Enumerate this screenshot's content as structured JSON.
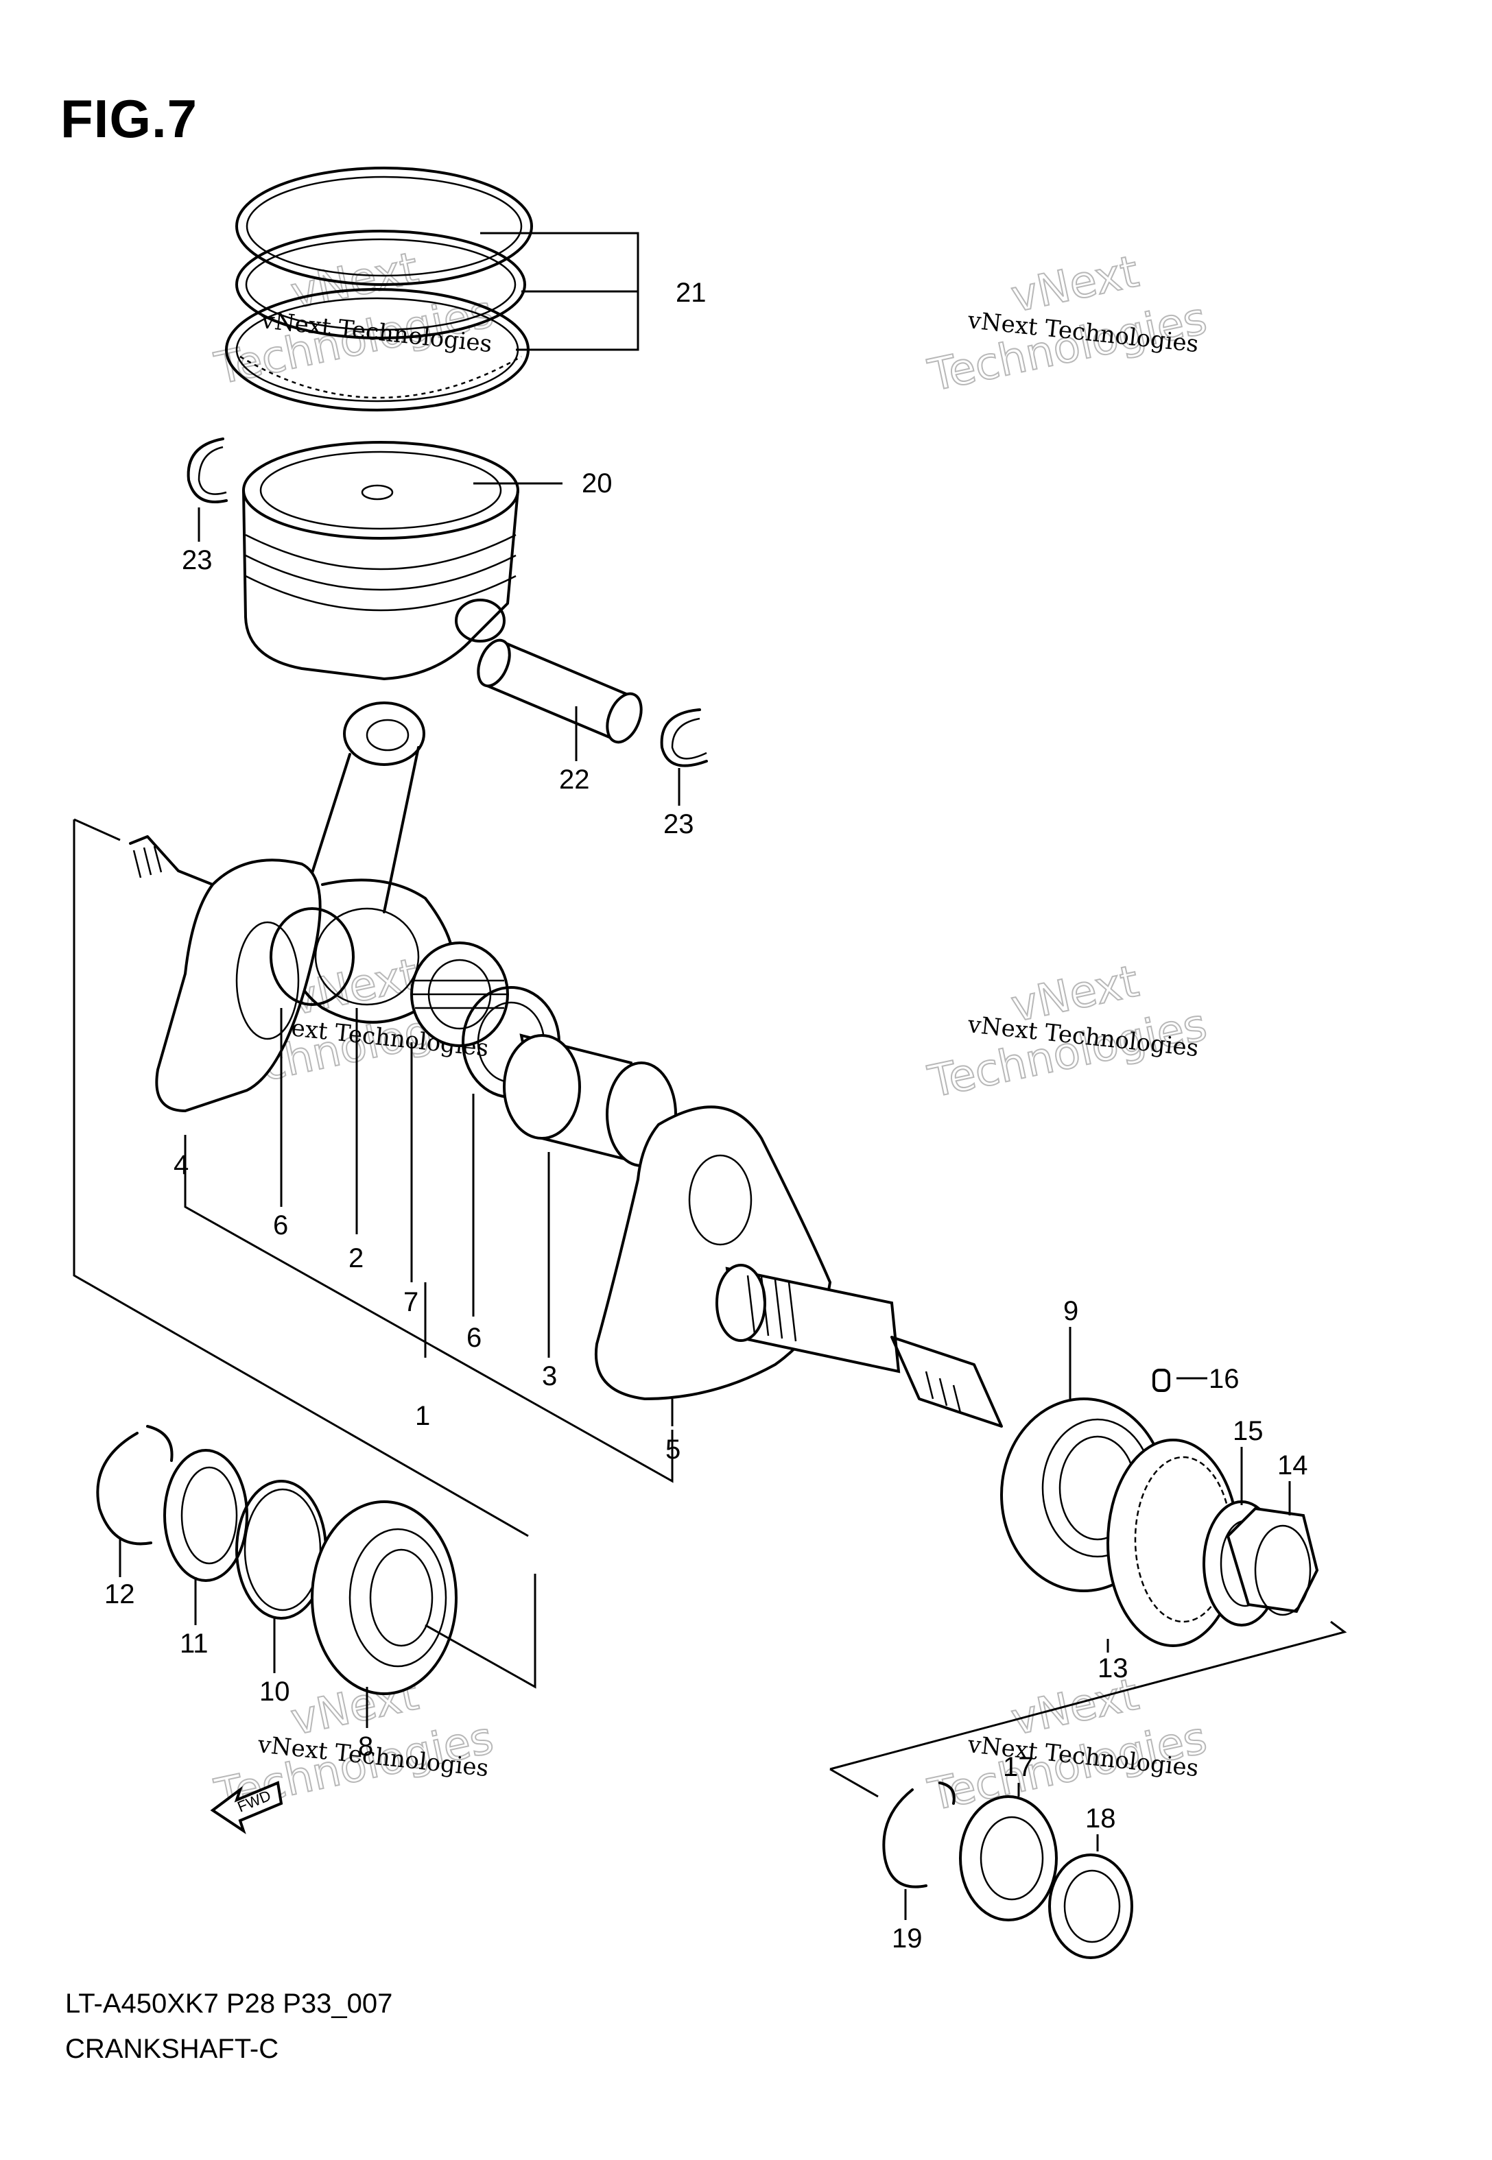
{
  "figure": {
    "title": "FIG.7",
    "model_code": "LT-A450XK7 P28 P33_007",
    "diagram_name": "CRANKSHAFT-C",
    "fwd_label": "FWD"
  },
  "watermark": {
    "line1": "vNext Technologies",
    "line2": "Technologies",
    "line3": "vNext"
  },
  "callouts": [
    {
      "id": "21",
      "label": "21"
    },
    {
      "id": "20",
      "label": "20"
    },
    {
      "id": "23a",
      "label": "23"
    },
    {
      "id": "22",
      "label": "22"
    },
    {
      "id": "23b",
      "label": "23"
    },
    {
      "id": "4",
      "label": "4"
    },
    {
      "id": "6a",
      "label": "6"
    },
    {
      "id": "2",
      "label": "2"
    },
    {
      "id": "7",
      "label": "7"
    },
    {
      "id": "6b",
      "label": "6"
    },
    {
      "id": "3",
      "label": "3"
    },
    {
      "id": "1",
      "label": "1"
    },
    {
      "id": "5",
      "label": "5"
    },
    {
      "id": "9",
      "label": "9"
    },
    {
      "id": "16",
      "label": "16"
    },
    {
      "id": "15",
      "label": "15"
    },
    {
      "id": "14",
      "label": "14"
    },
    {
      "id": "13",
      "label": "13"
    },
    {
      "id": "12",
      "label": "12"
    },
    {
      "id": "11",
      "label": "11"
    },
    {
      "id": "10",
      "label": "10"
    },
    {
      "id": "8",
      "label": "8"
    },
    {
      "id": "17",
      "label": "17"
    },
    {
      "id": "18",
      "label": "18"
    },
    {
      "id": "19",
      "label": "19"
    }
  ]
}
